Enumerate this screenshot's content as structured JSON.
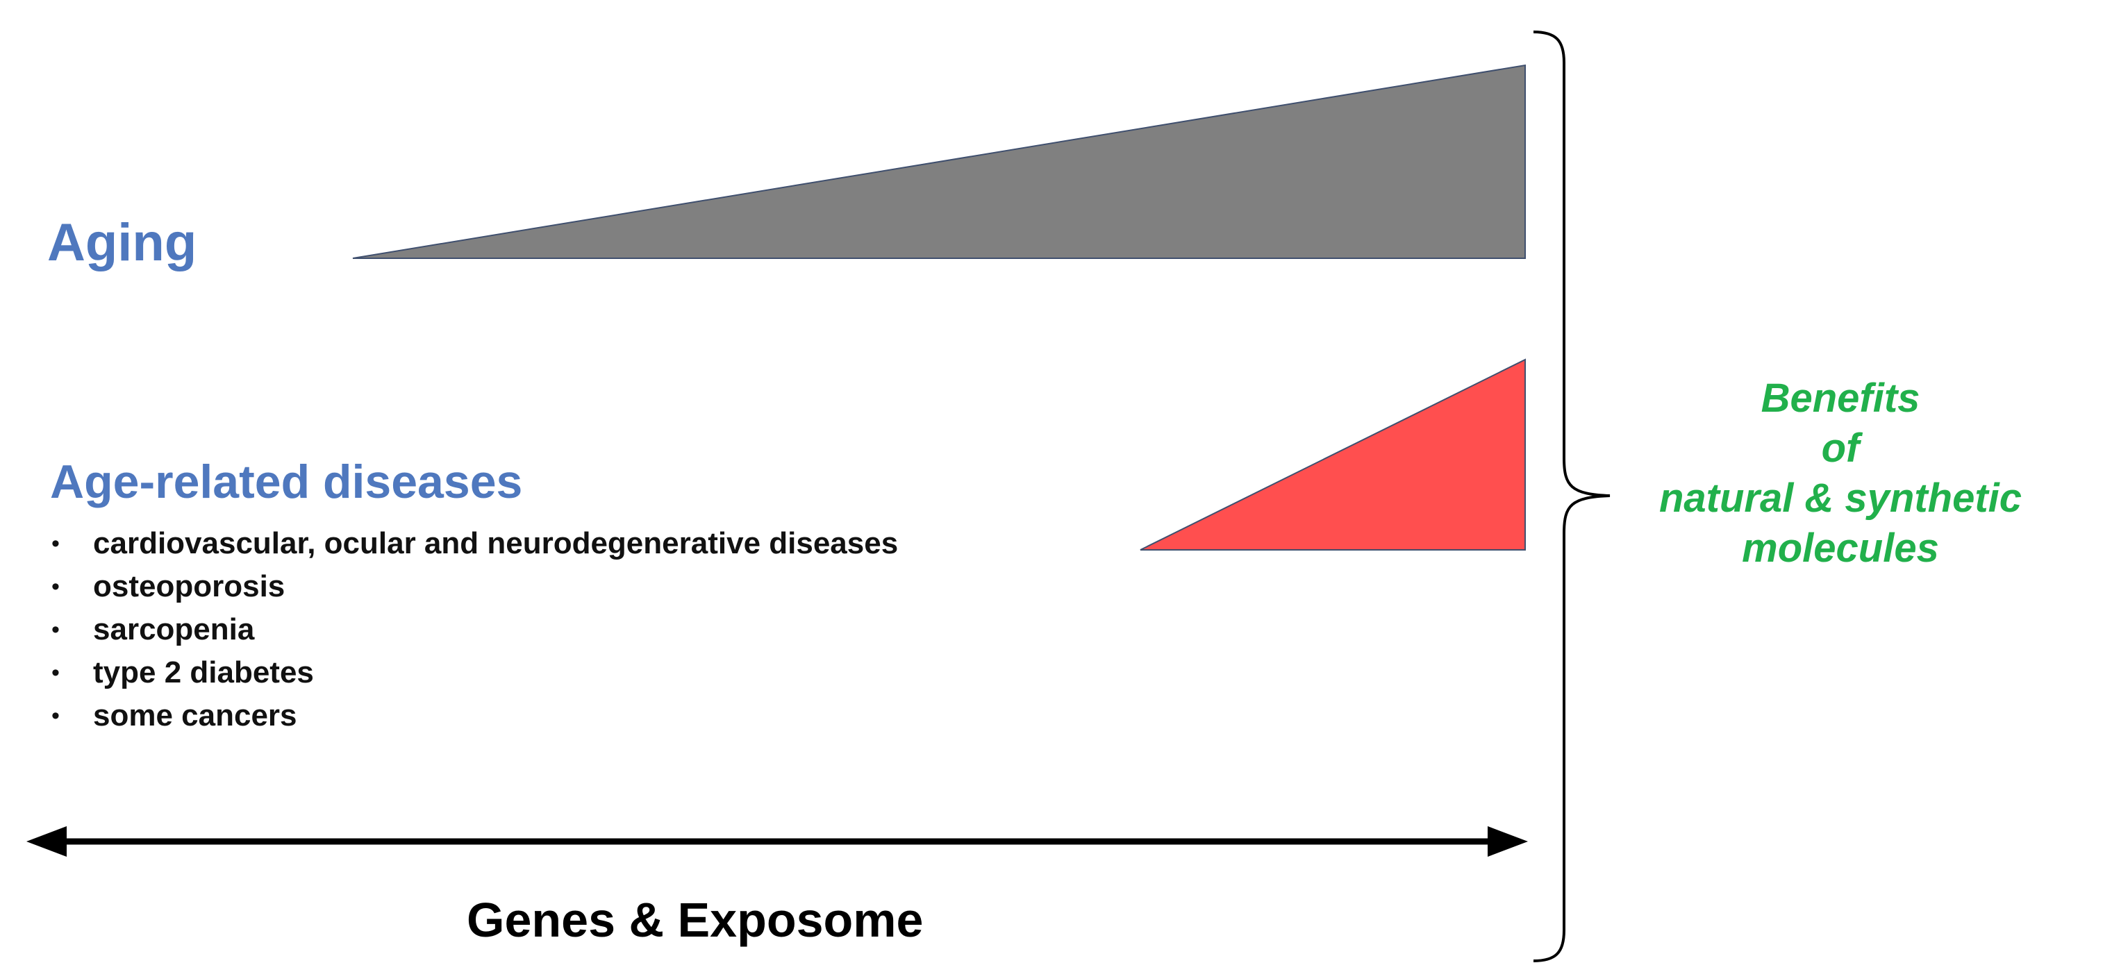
{
  "aging": {
    "label": "Aging",
    "color": "#4f78be",
    "wedge_color": "#808080"
  },
  "age_related_diseases": {
    "title": "Age-related diseases",
    "wedge_color": "#ff4f4f",
    "items": [
      "cardiovascular, ocular and neurodegenerative diseases",
      "osteoporosis",
      "sarcopenia",
      "type 2 diabetes",
      "some cancers"
    ],
    "bullet": "•"
  },
  "axis": {
    "label": "Genes & Exposome",
    "direction": "bidirectional"
  },
  "benefits": {
    "lines": [
      "Benefits",
      "of",
      "natural & synthetic",
      "molecules"
    ],
    "color": "#21b04b"
  }
}
